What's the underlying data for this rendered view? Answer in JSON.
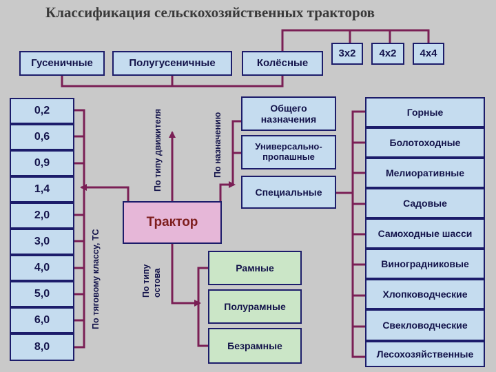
{
  "title": "Классификация сельскохозяйственных тракторов",
  "center": "Трактор",
  "mover_types": [
    "Гусеничные",
    "Полугусеничные",
    "Колёсные"
  ],
  "wheel_formulas": [
    "3x2",
    "4x2",
    "4x4"
  ],
  "traction_classes": [
    "0,2",
    "0,6",
    "0,9",
    "1,4",
    "2,0",
    "3,0",
    "4,0",
    "5,0",
    "6,0",
    "8,0"
  ],
  "purposes": [
    "Общего назначения",
    "Универсально-пропашные",
    "Специальные"
  ],
  "special_types": [
    "Горные",
    "Болотоходные",
    "Мелиоративные",
    "Садовые",
    "Самоходные шасси",
    "Виноградниковые",
    "Хлопководческие",
    "Свекловодческие",
    "Лесохозяйственные"
  ],
  "frame_types": [
    "Рамные",
    "Полурамные",
    "Безрамные"
  ],
  "labels": {
    "by_mover": "По типу движителя",
    "by_purpose": "По назначению",
    "by_traction": "По тяговому классу, ТС",
    "by_frame_1": "По типу",
    "by_frame_2": "остова"
  },
  "colors": {
    "line": "#7a1f55",
    "border": "#1c1c6a",
    "blue_box": "#c5dcef",
    "green_box": "#cbe6c7",
    "center_box": "#e6b7d8"
  }
}
